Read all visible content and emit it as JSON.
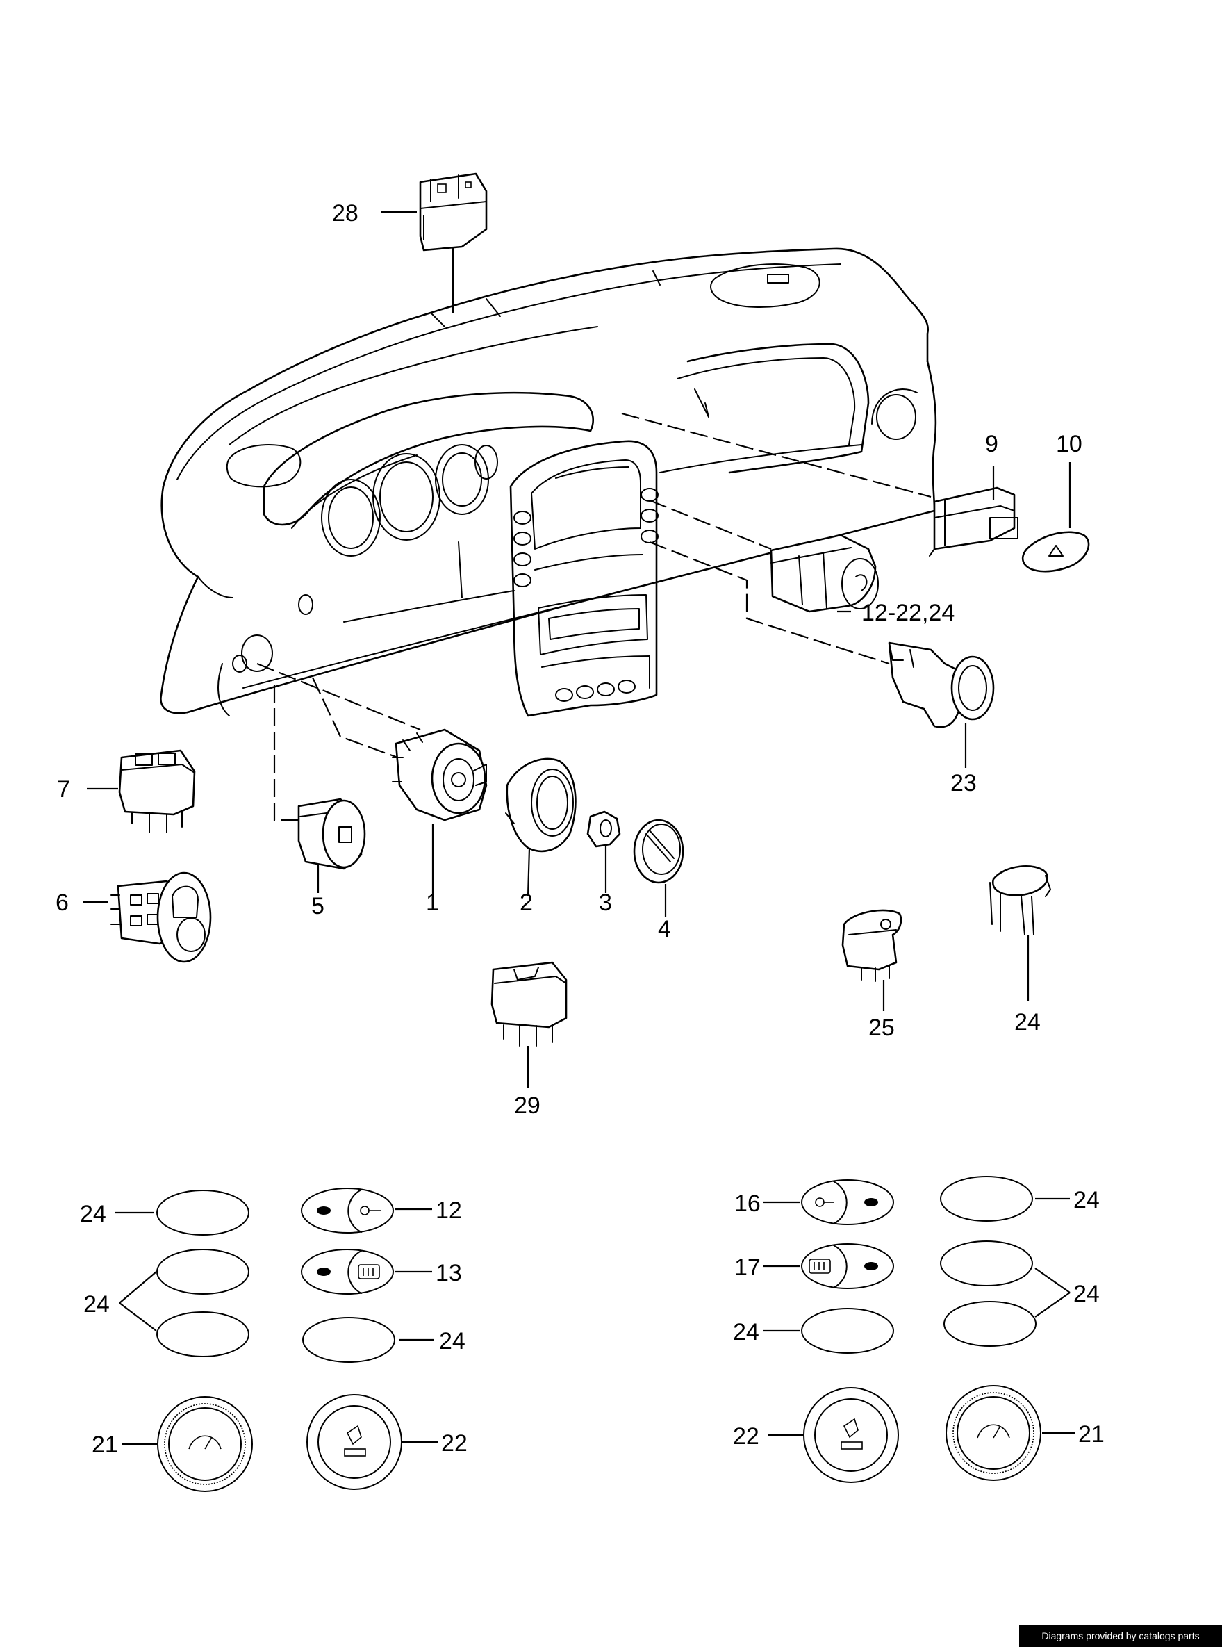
{
  "callouts": {
    "c28": "28",
    "c9": "9",
    "c10": "10",
    "c12_22_24": "12-22,24",
    "c23": "23",
    "c7": "7",
    "c6": "6",
    "c5": "5",
    "c1": "1",
    "c2": "2",
    "c3": "3",
    "c4": "4",
    "c25": "25",
    "c24_clip": "24",
    "c29": "29",
    "l_24a": "24",
    "l_12": "12",
    "l_24b": "24",
    "l_13": "13",
    "l_24c": "24",
    "l_21": "21",
    "l_22": "22",
    "r_16": "16",
    "r_24a": "24",
    "r_17": "17",
    "r_24b": "24",
    "r_24c": "24",
    "r_22": "22",
    "r_21": "21"
  },
  "footer": {
    "credit": "Diagrams provided by catalogs parts"
  }
}
